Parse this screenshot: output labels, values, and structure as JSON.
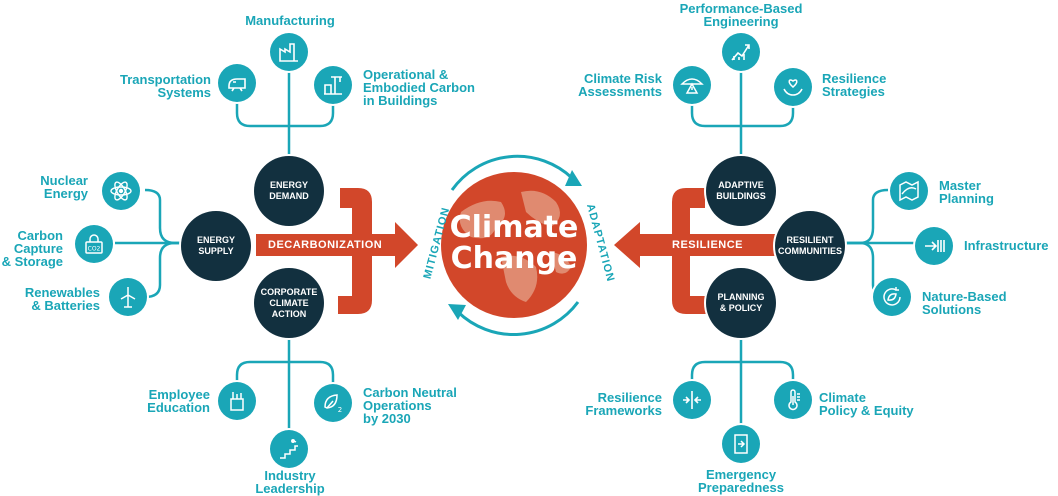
{
  "center": {
    "title": "Climate\nChange",
    "left_arc": "MITIGATION",
    "right_arc": "ADAPTATION"
  },
  "banners": {
    "left": "DECARBONIZATION",
    "right": "RESILIENCE"
  },
  "hubs": {
    "energy_demand": "ENERGY\nDEMAND",
    "energy_supply": "ENERGY\nSUPPLY",
    "corporate_climate_action": "CORPORATE\nCLIMATE\nACTION",
    "adaptive_buildings": "ADAPTIVE\nBUILDINGS",
    "resilient_communities": "RESILIENT\nCOMMUNITIES",
    "planning_policy": "PLANNING\n& POLICY"
  },
  "leaves": {
    "manufacturing": "Manufacturing",
    "transportation": "Transportation\nSystems",
    "operational_carbon": "Operational &\nEmbodied Carbon\nin Buildings",
    "nuclear": "Nuclear\nEnergy",
    "carbon_capture": "Carbon\nCapture\n& Storage",
    "renewables": "Renewables\n& Batteries",
    "employee_education": "Employee\nEducation",
    "carbon_neutral": "Carbon Neutral\nOperations\nby 2030",
    "industry_leadership": "Industry\nLeadership",
    "performance_engineering": "Performance-Based\nEngineering",
    "climate_risk": "Climate Risk\nAssessments",
    "resilience_strategies": "Resilience\nStrategies",
    "master_planning": "Master\nPlanning",
    "infrastructure": "Infrastructure",
    "nature_based": "Nature-Based\nSolutions",
    "resilience_frameworks": "Resilience\nFrameworks",
    "climate_policy": "Climate\nPolicy & Equity",
    "emergency_preparedness": "Emergency\nPreparedness"
  },
  "icons": {
    "manufacturing": "factory-icon",
    "transportation": "train-icon",
    "operational_carbon": "crane-building-icon",
    "nuclear": "atom-icon",
    "carbon_capture": "co2-lock-icon",
    "renewables": "wind-turbine-icon",
    "employee_education": "pencil-cup-icon",
    "carbon_neutral": "leaf-o2-icon",
    "industry_leadership": "stairs-climb-icon",
    "performance_engineering": "chart-growth-icon",
    "climate_risk": "umbrella-warning-icon",
    "resilience_strategies": "heart-hands-icon",
    "master_planning": "map-curve-icon",
    "infrastructure": "bridge-arrow-icon",
    "nature_based": "leaf-cycle-icon",
    "resilience_frameworks": "compress-arrows-icon",
    "climate_policy": "thermometer-icon",
    "emergency_preparedness": "exit-door-icon"
  },
  "colors": {
    "teal": "#1aa6b7",
    "navy": "#12303f",
    "orange": "#d2472a",
    "globe_land": "#e08a70"
  }
}
